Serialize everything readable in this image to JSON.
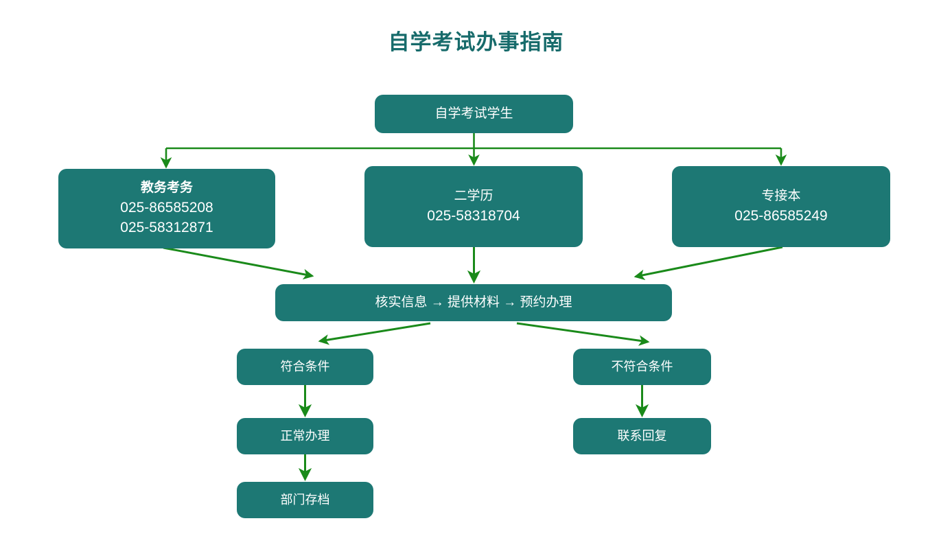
{
  "title": "自学考试办事指南",
  "theme": {
    "node_fill": "#1d7874",
    "node_text": "#ffffff",
    "edge_color": "#1a8a1a",
    "title_color": "#176b6b",
    "background": "#ffffff"
  },
  "chart_data": {
    "type": "diagram",
    "title": "自学考试办事指南",
    "nodes": [
      {
        "id": "root",
        "label": "自学考试学生",
        "phones": []
      },
      {
        "id": "jwkw",
        "label": "教务考务",
        "phones": [
          "025-86585208",
          "025-58312871"
        ]
      },
      {
        "id": "exl",
        "label": "二学历",
        "phones": [
          "025-58318704"
        ]
      },
      {
        "id": "zjb",
        "label": "专接本",
        "phones": [
          "025-86585249"
        ]
      },
      {
        "id": "process",
        "label": "核实信息 → 提供材料 → 预约办理",
        "phones": []
      },
      {
        "id": "qualified",
        "label": "符合条件",
        "phones": []
      },
      {
        "id": "unqualified",
        "label": "不符合条件",
        "phones": []
      },
      {
        "id": "normal",
        "label": "正常办理",
        "phones": []
      },
      {
        "id": "contact",
        "label": "联系回复",
        "phones": []
      },
      {
        "id": "archive",
        "label": "部门存档",
        "phones": []
      }
    ],
    "edges": [
      {
        "from": "root",
        "to": "jwkw",
        "style": "orthogonal"
      },
      {
        "from": "root",
        "to": "exl",
        "style": "orthogonal"
      },
      {
        "from": "root",
        "to": "zjb",
        "style": "orthogonal"
      },
      {
        "from": "jwkw",
        "to": "process",
        "style": "diagonal"
      },
      {
        "from": "exl",
        "to": "process",
        "style": "vertical"
      },
      {
        "from": "zjb",
        "to": "process",
        "style": "diagonal"
      },
      {
        "from": "process",
        "to": "qualified",
        "style": "diagonal"
      },
      {
        "from": "process",
        "to": "unqualified",
        "style": "diagonal"
      },
      {
        "from": "qualified",
        "to": "normal",
        "style": "vertical"
      },
      {
        "from": "unqualified",
        "to": "contact",
        "style": "vertical"
      },
      {
        "from": "normal",
        "to": "archive",
        "style": "vertical"
      }
    ]
  },
  "nodes": {
    "root": {
      "label": "自学考试学生"
    },
    "jwkw": {
      "label": "教务考务",
      "phone1": "025-86585208",
      "phone2": "025-58312871"
    },
    "exl": {
      "label": "二学历",
      "phone1": "025-58318704"
    },
    "zjb": {
      "label": "专接本",
      "phone1": "025-86585249"
    },
    "process": {
      "label": "核实信息 → 提供材料 → 预约办理"
    },
    "qualified": {
      "label": "符合条件"
    },
    "unqualified": {
      "label": "不符合条件"
    },
    "normal": {
      "label": "正常办理"
    },
    "contact": {
      "label": "联系回复"
    },
    "archive": {
      "label": "部门存档"
    }
  }
}
